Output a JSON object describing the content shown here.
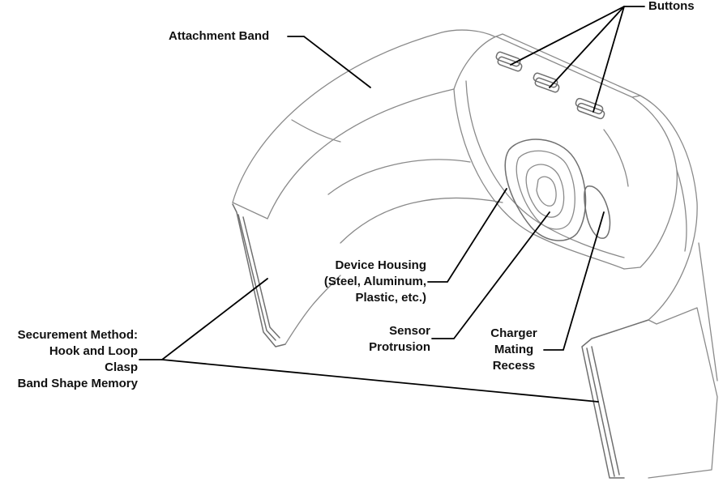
{
  "labels": {
    "attachment_band": "Attachment Band",
    "buttons": "Buttons",
    "device_housing": [
      "Device Housing",
      "(Steel, Aluminum,",
      "Plastic, etc.)"
    ],
    "sensor_protrusion": [
      "Sensor",
      "Protrusion"
    ],
    "charger_mating_recess": [
      "Charger",
      "Mating",
      "Recess"
    ],
    "securement_method": [
      "Securement Method:",
      "Hook and Loop",
      "Clasp",
      "Band Shape Memory"
    ]
  }
}
